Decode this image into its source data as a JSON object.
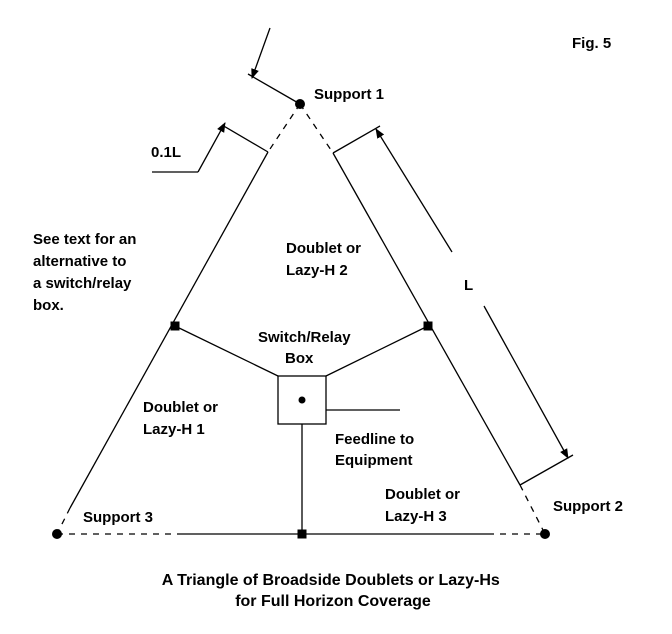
{
  "figure_label": "Fig. 5",
  "supports": {
    "s1": "Support 1",
    "s2": "Support 2",
    "s3": "Support 3"
  },
  "dimensions": {
    "gap": "0.1L",
    "length": "L"
  },
  "elements": {
    "e1": [
      "Doublet or",
      "Lazy-H 1"
    ],
    "e2": [
      "Doublet or",
      "Lazy-H 2"
    ],
    "e3": [
      "Doublet or",
      "Lazy-H 3"
    ]
  },
  "switch_box": [
    "Switch/Relay",
    "Box"
  ],
  "feedline": [
    "Feedline to",
    "Equipment"
  ],
  "note": [
    "See text for an",
    "alternative to",
    "a switch/relay",
    "box."
  ],
  "caption": [
    "A Triangle of Broadside Doublets or Lazy-Hs",
    "for Full Horizon Coverage"
  ]
}
